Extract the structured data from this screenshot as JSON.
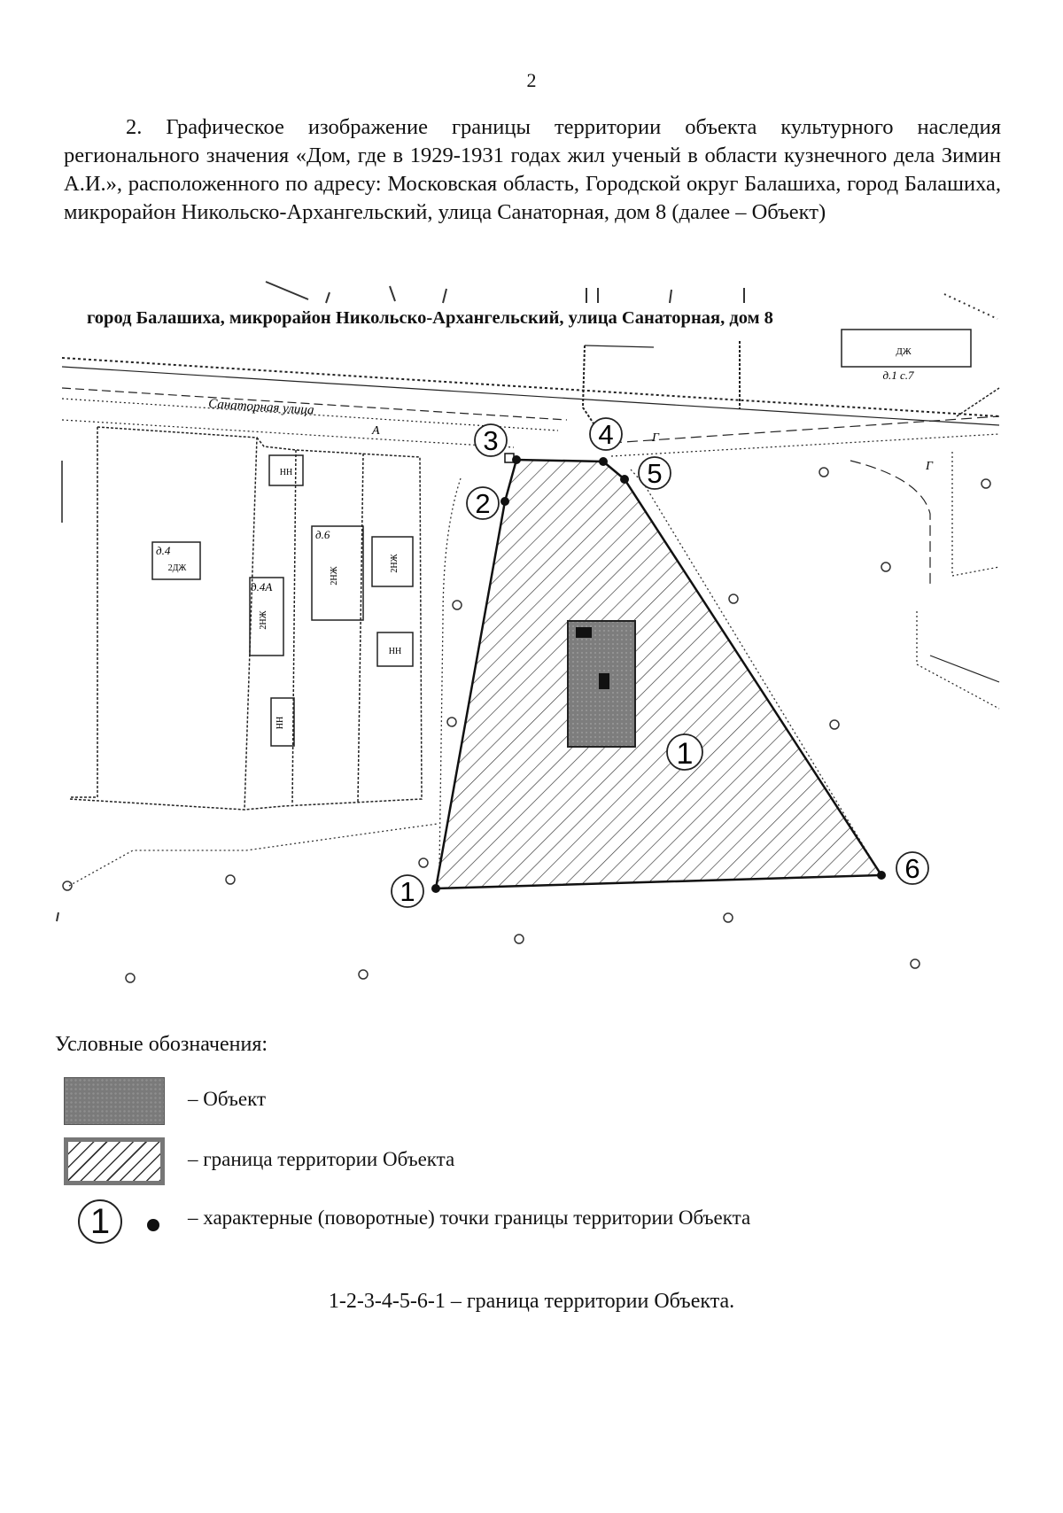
{
  "page_number": "2",
  "intro_text": "2. Графическое изображение границы территории объекта культурного наследия регионального значения «Дом, где в 1929-1931 годах жил ученый в области кузнечного дела Зимин А.И.», расположенного по адресу: Московская область, Городской округ Балашиха, город Балашиха, микрорайон Никольско-Архангельский, улица Санаторная, дом 8 (далее – Объект)",
  "map": {
    "caption": "город Балашиха, микрорайон Никольско-Архангельский, улица Санаторная, дом 8",
    "street_label": "Санаторная улица",
    "road_labels": {
      "a": "А",
      "g1": "Г",
      "g2": "Г"
    },
    "buildings": {
      "d1c7_type": "ДЖ",
      "d1c7_number": "д.1 с.7",
      "d4_number": "д.4",
      "d4_type": "2ДЖ",
      "d4a_number": "д.4А",
      "d4a_type": "2НЖ",
      "d6_number": "д.6",
      "d6_type": "2НЖ",
      "nn1": "НН",
      "nn2": "НН",
      "nn3": "НН",
      "nzh_right": "2НЖ"
    },
    "territory_label": "1",
    "points": [
      "1",
      "2",
      "3",
      "4",
      "5",
      "6"
    ]
  },
  "legend": {
    "title": "Условные обозначения:",
    "object": "– Объект",
    "boundary": "– граница территории Объекта",
    "points": "– характерные (поворотные) точки границы территории Объекта",
    "point_symbol": "1"
  },
  "summary": "1-2-3-4-5-6-1 – граница территории Объекта.",
  "colors": {
    "object_fill": "#7a7a7a",
    "line": "#222222"
  }
}
